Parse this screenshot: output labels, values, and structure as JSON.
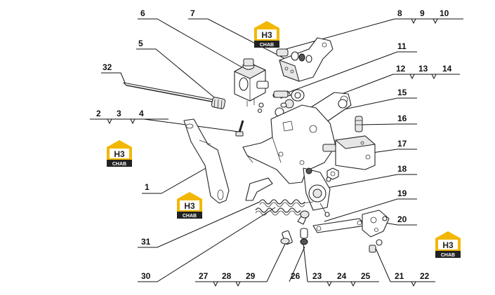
{
  "diagram": {
    "callouts": [
      {
        "id": "c1",
        "text": "1"
      },
      {
        "id": "c2",
        "text": "2"
      },
      {
        "id": "c3",
        "text": "3"
      },
      {
        "id": "c4",
        "text": "4"
      },
      {
        "id": "c5",
        "text": "5"
      },
      {
        "id": "c6",
        "text": "6"
      },
      {
        "id": "c7",
        "text": "7"
      },
      {
        "id": "c8",
        "text": "8"
      },
      {
        "id": "c9",
        "text": "9"
      },
      {
        "id": "c10",
        "text": "10"
      },
      {
        "id": "c11",
        "text": "11"
      },
      {
        "id": "c12",
        "text": "12"
      },
      {
        "id": "c13",
        "text": "13"
      },
      {
        "id": "c14",
        "text": "14"
      },
      {
        "id": "c15",
        "text": "15"
      },
      {
        "id": "c16",
        "text": "16"
      },
      {
        "id": "c17",
        "text": "17"
      },
      {
        "id": "c18",
        "text": "18"
      },
      {
        "id": "c19",
        "text": "19"
      },
      {
        "id": "c20",
        "text": "20"
      },
      {
        "id": "c21",
        "text": "21"
      },
      {
        "id": "c22",
        "text": "22"
      },
      {
        "id": "c23",
        "text": "23"
      },
      {
        "id": "c24",
        "text": "24"
      },
      {
        "id": "c25",
        "text": "25"
      },
      {
        "id": "c26",
        "text": "26"
      },
      {
        "id": "c27",
        "text": "27"
      },
      {
        "id": "c28",
        "text": "28"
      },
      {
        "id": "c29",
        "text": "29"
      },
      {
        "id": "c30",
        "text": "30"
      },
      {
        "id": "c31",
        "text": "31"
      },
      {
        "id": "c32",
        "text": "32"
      }
    ],
    "watermark": {
      "mark": "H3",
      "caption": "CHAB",
      "colors": {
        "accent": "#f2b705",
        "dark": "#222222",
        "light": "#ffffff"
      }
    }
  }
}
